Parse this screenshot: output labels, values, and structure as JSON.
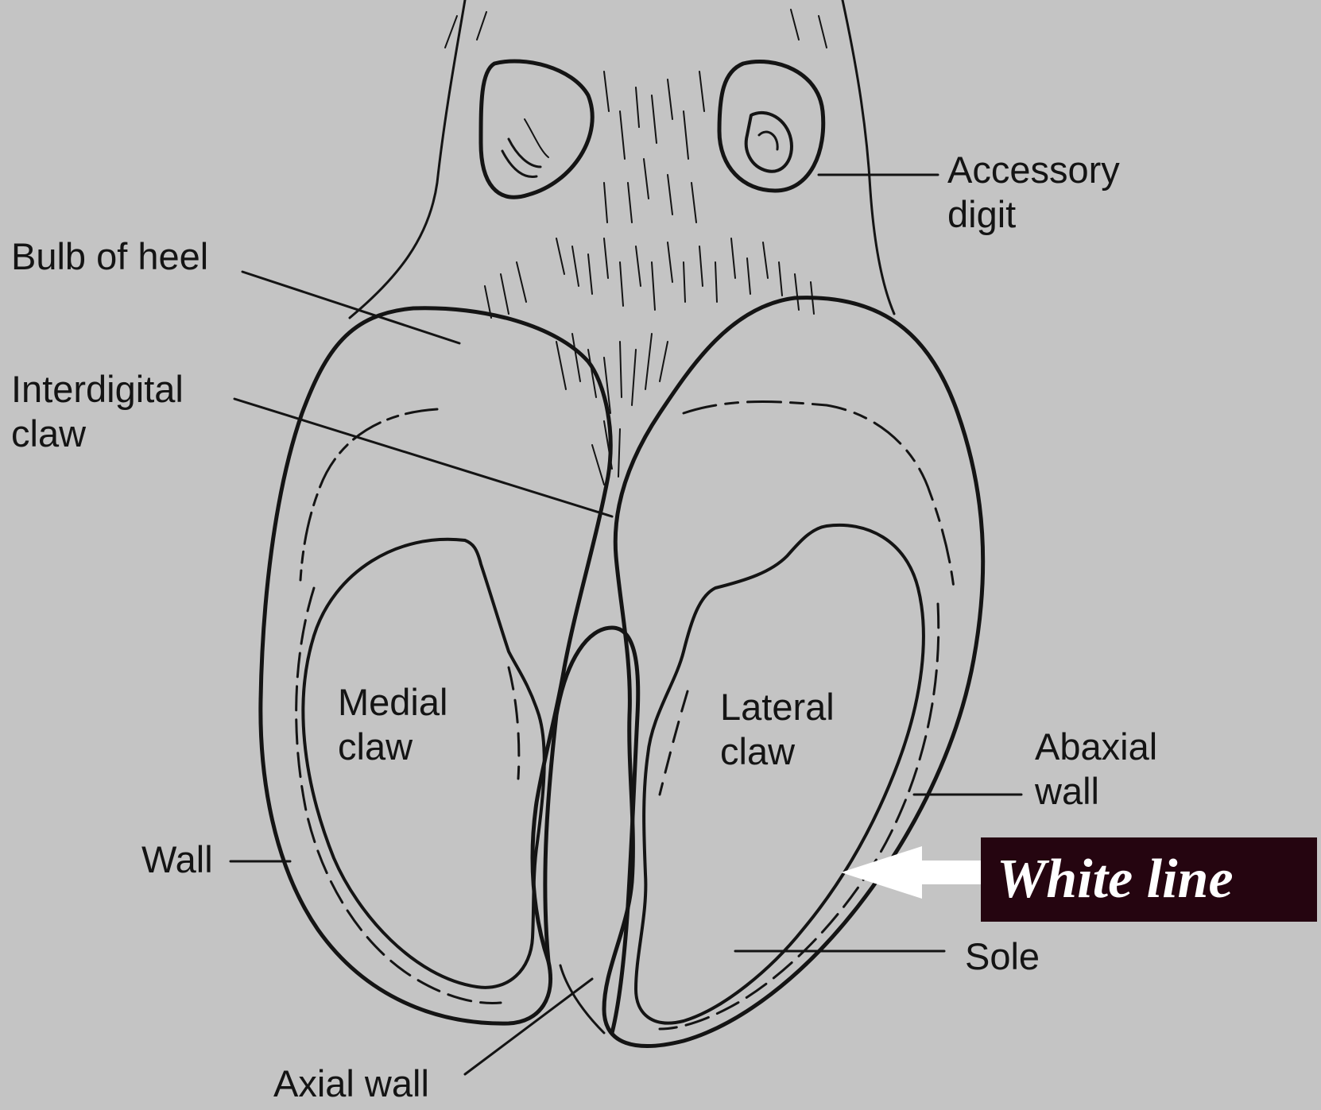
{
  "labels": {
    "accessory_digit": [
      "Accessory",
      "digit"
    ],
    "bulb_of_heel": "Bulb of heel",
    "interdigital_claw": [
      "Interdigital",
      "claw"
    ],
    "medial_claw": [
      "Medial",
      "claw"
    ],
    "lateral_claw": [
      "Lateral",
      "claw"
    ],
    "abaxial_wall": [
      "Abaxial",
      "wall"
    ],
    "wall": "Wall",
    "sole": "Sole",
    "axial_wall": "Axial wall"
  },
  "callout": {
    "text": "White line",
    "background": "#250510",
    "text_color": "#ffffff"
  },
  "colors": {
    "background": "#c4c4c4",
    "ink": "#141414"
  }
}
